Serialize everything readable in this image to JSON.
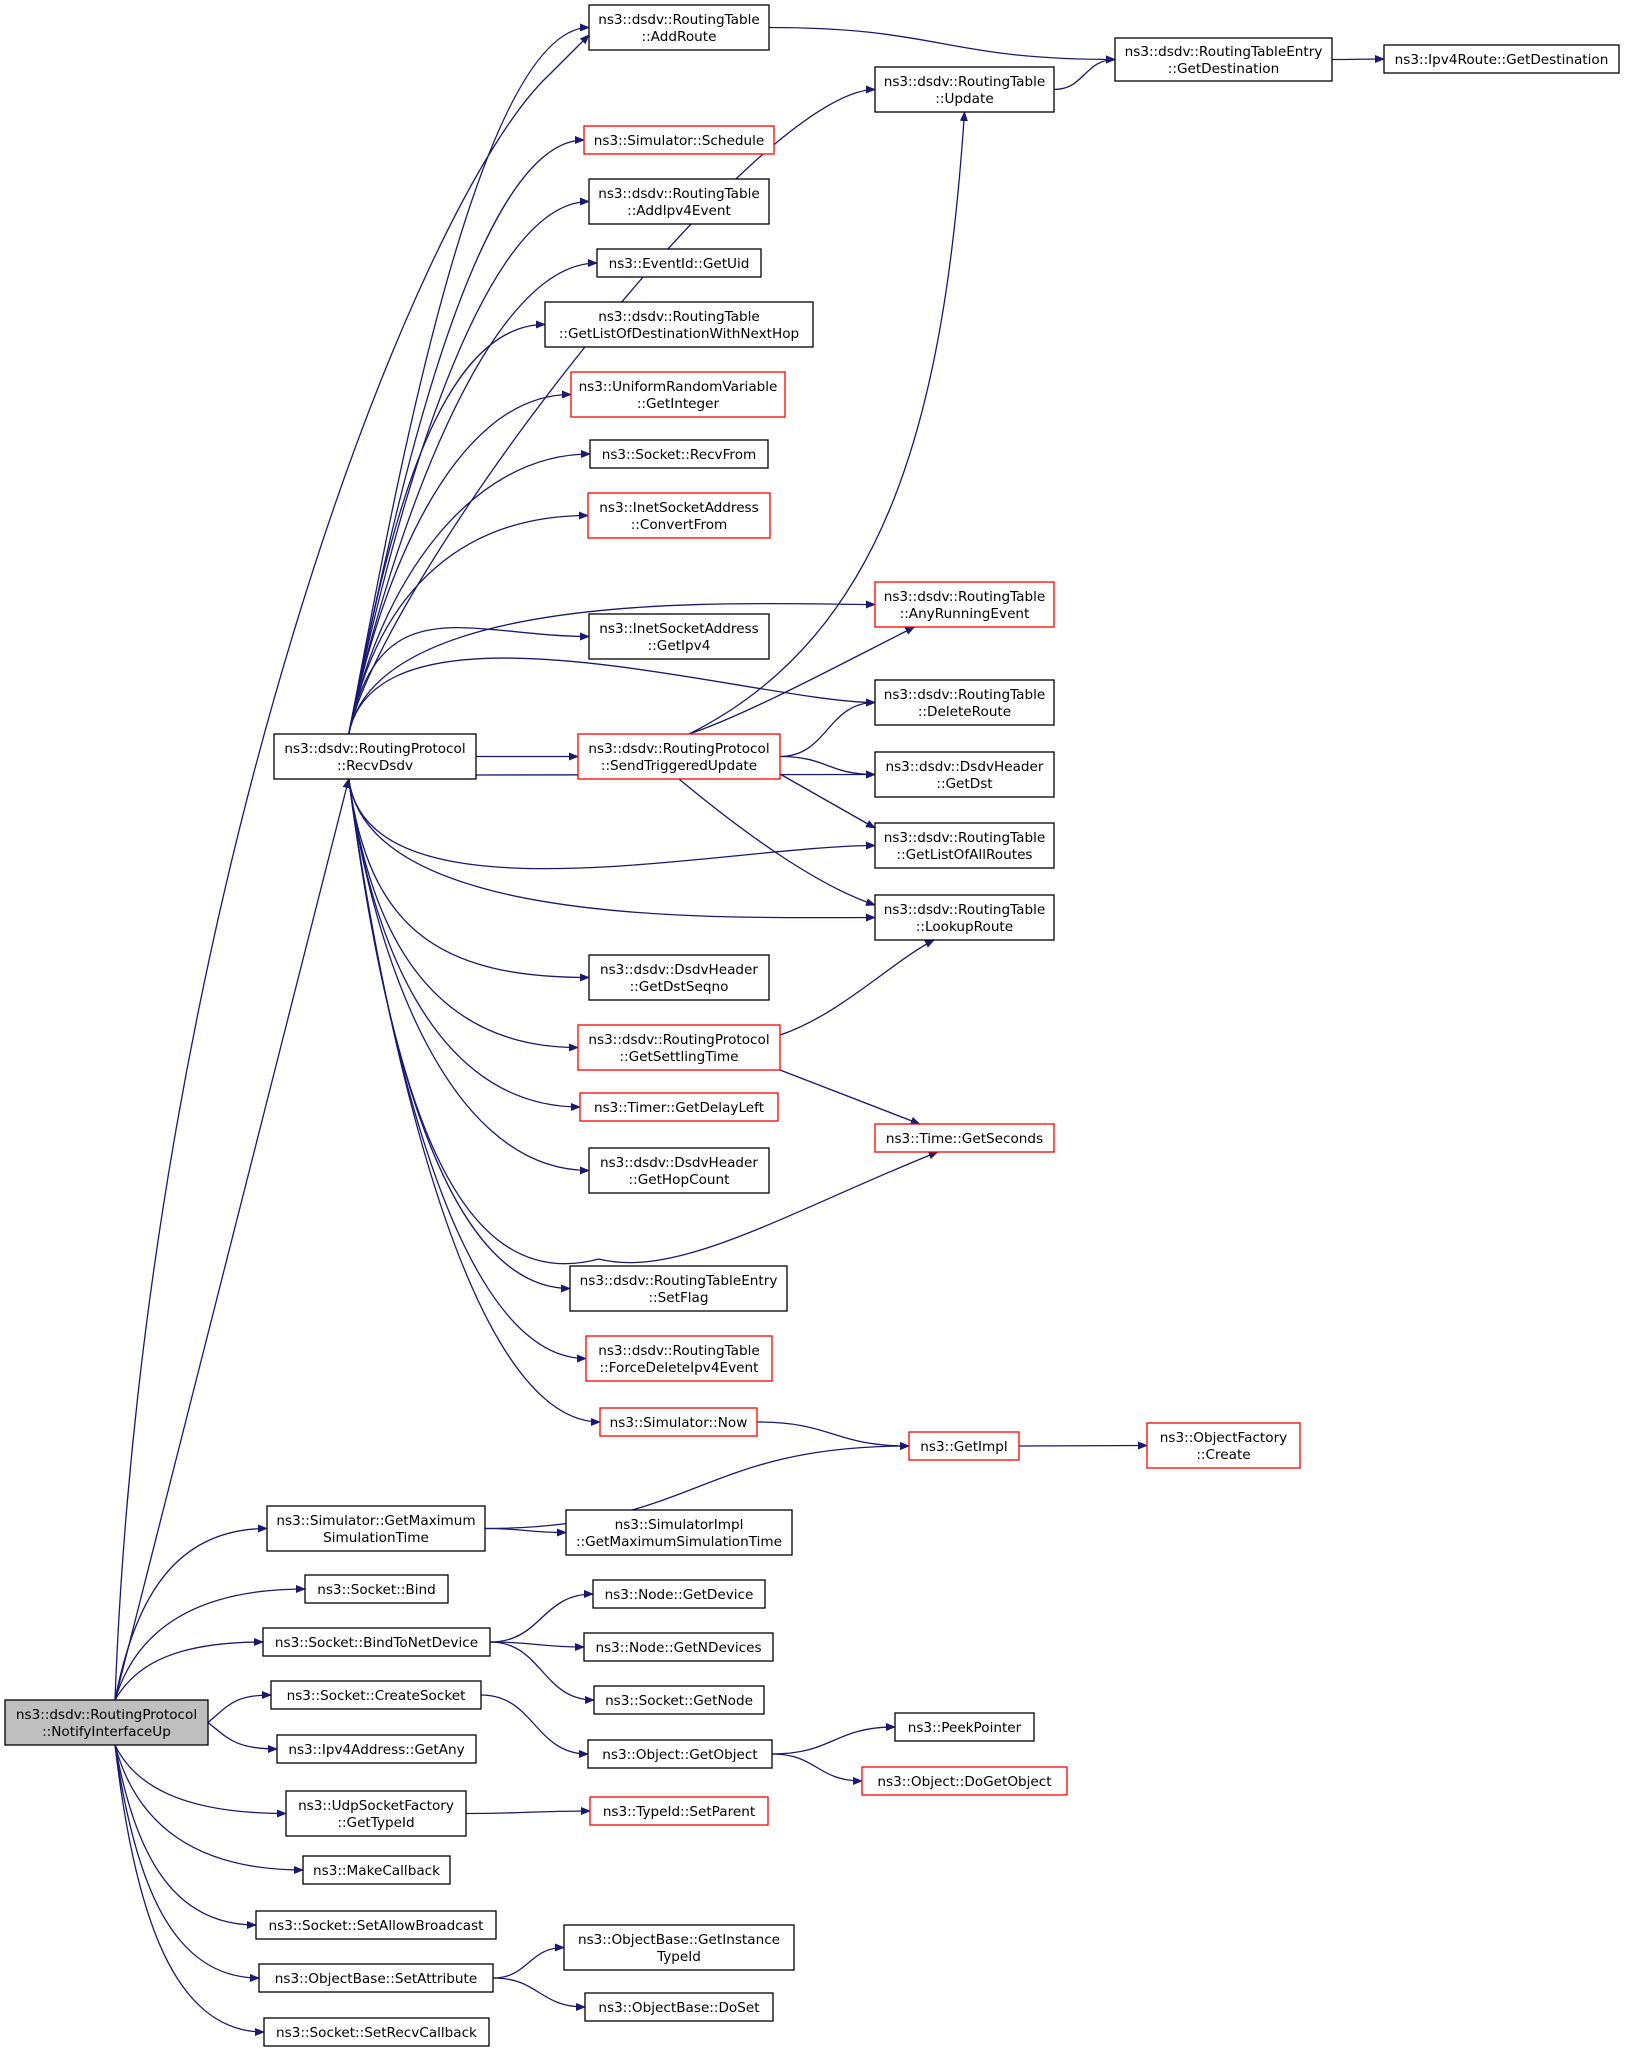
{
  "colors": {
    "edge": "#191970",
    "box_border": "#000000",
    "red_border": "#ff0000",
    "root_fill": "#bfbfbf",
    "box_fill": "#ffffff"
  },
  "nodes": {
    "root": {
      "lines": [
        "ns3::dsdv::RoutingProtocol",
        "::NotifyInterfaceUp"
      ],
      "style": "root"
    },
    "recvdsdv": {
      "lines": [
        "ns3::dsdv::RoutingProtocol",
        "::RecvDsdv"
      ],
      "style": "normal"
    },
    "addroute": {
      "lines": [
        "ns3::dsdv::RoutingTable",
        "::AddRoute"
      ],
      "style": "normal"
    },
    "getdest_entry": {
      "lines": [
        "ns3::dsdv::RoutingTableEntry",
        "::GetDestination"
      ],
      "style": "normal"
    },
    "ipv4route_getdest": {
      "lines": [
        "ns3::Ipv4Route::GetDestination"
      ],
      "style": "normal"
    },
    "update": {
      "lines": [
        "ns3::dsdv::RoutingTable",
        "::Update"
      ],
      "style": "normal"
    },
    "schedule": {
      "lines": [
        "ns3::Simulator::Schedule"
      ],
      "style": "red"
    },
    "addipv4event": {
      "lines": [
        "ns3::dsdv::RoutingTable",
        "::AddIpv4Event"
      ],
      "style": "normal"
    },
    "eventid_getuid": {
      "lines": [
        "ns3::EventId::GetUid"
      ],
      "style": "normal"
    },
    "getlistofdest": {
      "lines": [
        "ns3::dsdv::RoutingTable",
        "::GetListOfDestinationWithNextHop"
      ],
      "style": "normal"
    },
    "uniform_getinteger": {
      "lines": [
        "ns3::UniformRandomVariable",
        "::GetInteger"
      ],
      "style": "red"
    },
    "socket_recvfrom": {
      "lines": [
        "ns3::Socket::RecvFrom"
      ],
      "style": "normal"
    },
    "inet_convertfrom": {
      "lines": [
        "ns3::InetSocketAddress",
        "::ConvertFrom"
      ],
      "style": "red"
    },
    "anyrunningevent": {
      "lines": [
        "ns3::dsdv::RoutingTable",
        "::AnyRunningEvent"
      ],
      "style": "red"
    },
    "inet_getipv4": {
      "lines": [
        "ns3::InetSocketAddress",
        "::GetIpv4"
      ],
      "style": "normal"
    },
    "deleteroute": {
      "lines": [
        "ns3::dsdv::RoutingTable",
        "::DeleteRoute"
      ],
      "style": "normal"
    },
    "sendtriggered": {
      "lines": [
        "ns3::dsdv::RoutingProtocol",
        "::SendTriggeredUpdate"
      ],
      "style": "red"
    },
    "getdst": {
      "lines": [
        "ns3::dsdv::DsdvHeader",
        "::GetDst"
      ],
      "style": "normal"
    },
    "getlistofallroutes": {
      "lines": [
        "ns3::dsdv::RoutingTable",
        "::GetListOfAllRoutes"
      ],
      "style": "normal"
    },
    "lookuproute": {
      "lines": [
        "ns3::dsdv::RoutingTable",
        "::LookupRoute"
      ],
      "style": "normal"
    },
    "getdstseqno": {
      "lines": [
        "ns3::dsdv::DsdvHeader",
        "::GetDstSeqno"
      ],
      "style": "normal"
    },
    "getsettlingtime": {
      "lines": [
        "ns3::dsdv::RoutingProtocol",
        "::GetSettlingTime"
      ],
      "style": "red"
    },
    "timer_getdelayleft": {
      "lines": [
        "ns3::Timer::GetDelayLeft"
      ],
      "style": "red"
    },
    "time_getseconds": {
      "lines": [
        "ns3::Time::GetSeconds"
      ],
      "style": "red"
    },
    "gethopcount": {
      "lines": [
        "ns3::dsdv::DsdvHeader",
        "::GetHopCount"
      ],
      "style": "normal"
    },
    "setflag": {
      "lines": [
        "ns3::dsdv::RoutingTableEntry",
        "::SetFlag"
      ],
      "style": "normal"
    },
    "forcedelete": {
      "lines": [
        "ns3::dsdv::RoutingTable",
        "::ForceDeleteIpv4Event"
      ],
      "style": "red"
    },
    "simulator_now": {
      "lines": [
        "ns3::Simulator::Now"
      ],
      "style": "red"
    },
    "getimpl": {
      "lines": [
        "ns3::GetImpl"
      ],
      "style": "red"
    },
    "objectfactory_create": {
      "lines": [
        "ns3::ObjectFactory",
        "::Create"
      ],
      "style": "red"
    },
    "getmaxsimtime": {
      "lines": [
        "ns3::Simulator::GetMaximum",
        "SimulationTime"
      ],
      "style": "normal"
    },
    "simimpl_getmax": {
      "lines": [
        "ns3::SimulatorImpl",
        "::GetMaximumSimulationTime"
      ],
      "style": "normal"
    },
    "socket_bind": {
      "lines": [
        "ns3::Socket::Bind"
      ],
      "style": "normal"
    },
    "socket_bindtonetdevice": {
      "lines": [
        "ns3::Socket::BindToNetDevice"
      ],
      "style": "normal"
    },
    "node_getdevice": {
      "lines": [
        "ns3::Node::GetDevice"
      ],
      "style": "normal"
    },
    "node_getndevices": {
      "lines": [
        "ns3::Node::GetNDevices"
      ],
      "style": "normal"
    },
    "socket_getnode": {
      "lines": [
        "ns3::Socket::GetNode"
      ],
      "style": "normal"
    },
    "socket_createsocket": {
      "lines": [
        "ns3::Socket::CreateSocket"
      ],
      "style": "normal"
    },
    "object_getobject": {
      "lines": [
        "ns3::Object::GetObject"
      ],
      "style": "normal"
    },
    "peekpointer": {
      "lines": [
        "ns3::PeekPointer"
      ],
      "style": "normal"
    },
    "object_dogetobject": {
      "lines": [
        "ns3::Object::DoGetObject"
      ],
      "style": "red"
    },
    "ipv4address_getany": {
      "lines": [
        "ns3::Ipv4Address::GetAny"
      ],
      "style": "normal"
    },
    "udpsocketfactory": {
      "lines": [
        "ns3::UdpSocketFactory",
        "::GetTypeId"
      ],
      "style": "normal"
    },
    "typeid_setparent": {
      "lines": [
        "ns3::TypeId::SetParent"
      ],
      "style": "red"
    },
    "makecallback": {
      "lines": [
        "ns3::MakeCallback"
      ],
      "style": "normal"
    },
    "setallowbroadcast": {
      "lines": [
        "ns3::Socket::SetAllowBroadcast"
      ],
      "style": "normal"
    },
    "objectbase_setattribute": {
      "lines": [
        "ns3::ObjectBase::SetAttribute"
      ],
      "style": "normal"
    },
    "objectbase_getinstancetypeid": {
      "lines": [
        "ns3::ObjectBase::GetInstance",
        "TypeId"
      ],
      "style": "normal"
    },
    "objectbase_doset": {
      "lines": [
        "ns3::ObjectBase::DoSet"
      ],
      "style": "normal"
    },
    "setrecvcallback": {
      "lines": [
        "ns3::Socket::SetRecvCallback"
      ],
      "style": "normal"
    }
  },
  "edges": [
    [
      "root",
      "recvdsdv"
    ],
    [
      "root",
      "addroute"
    ],
    [
      "root",
      "getmaxsimtime"
    ],
    [
      "root",
      "socket_bind"
    ],
    [
      "root",
      "socket_bindtonetdevice"
    ],
    [
      "root",
      "socket_createsocket"
    ],
    [
      "root",
      "ipv4address_getany"
    ],
    [
      "root",
      "udpsocketfactory"
    ],
    [
      "root",
      "makecallback"
    ],
    [
      "root",
      "setallowbroadcast"
    ],
    [
      "root",
      "objectbase_setattribute"
    ],
    [
      "root",
      "setrecvcallback"
    ],
    [
      "recvdsdv",
      "addroute"
    ],
    [
      "recvdsdv",
      "update"
    ],
    [
      "recvdsdv",
      "schedule"
    ],
    [
      "recvdsdv",
      "addipv4event"
    ],
    [
      "recvdsdv",
      "eventid_getuid"
    ],
    [
      "recvdsdv",
      "getlistofdest"
    ],
    [
      "recvdsdv",
      "uniform_getinteger"
    ],
    [
      "recvdsdv",
      "socket_recvfrom"
    ],
    [
      "recvdsdv",
      "inet_convertfrom"
    ],
    [
      "recvdsdv",
      "anyrunningevent"
    ],
    [
      "recvdsdv",
      "inet_getipv4"
    ],
    [
      "recvdsdv",
      "deleteroute"
    ],
    [
      "recvdsdv",
      "sendtriggered"
    ],
    [
      "recvdsdv",
      "getdst"
    ],
    [
      "recvdsdv",
      "getlistofallroutes"
    ],
    [
      "recvdsdv",
      "lookuproute"
    ],
    [
      "recvdsdv",
      "getdstseqno"
    ],
    [
      "recvdsdv",
      "getsettlingtime"
    ],
    [
      "recvdsdv",
      "timer_getdelayleft"
    ],
    [
      "recvdsdv",
      "gethopcount"
    ],
    [
      "recvdsdv",
      "time_getseconds"
    ],
    [
      "recvdsdv",
      "setflag"
    ],
    [
      "recvdsdv",
      "forcedelete"
    ],
    [
      "recvdsdv",
      "simulator_now"
    ],
    [
      "addroute",
      "getdest_entry"
    ],
    [
      "update",
      "getdest_entry"
    ],
    [
      "getdest_entry",
      "ipv4route_getdest"
    ],
    [
      "sendtriggered",
      "update"
    ],
    [
      "sendtriggered",
      "anyrunningevent"
    ],
    [
      "sendtriggered",
      "deleteroute"
    ],
    [
      "sendtriggered",
      "getdst"
    ],
    [
      "sendtriggered",
      "getlistofallroutes"
    ],
    [
      "sendtriggered",
      "lookuproute"
    ],
    [
      "getsettlingtime",
      "lookuproute"
    ],
    [
      "getsettlingtime",
      "time_getseconds"
    ],
    [
      "simulator_now",
      "getimpl"
    ],
    [
      "getimpl",
      "objectfactory_create"
    ],
    [
      "getmaxsimtime",
      "getimpl"
    ],
    [
      "getmaxsimtime",
      "simimpl_getmax"
    ],
    [
      "socket_bindtonetdevice",
      "node_getdevice"
    ],
    [
      "socket_bindtonetdevice",
      "node_getndevices"
    ],
    [
      "socket_bindtonetdevice",
      "socket_getnode"
    ],
    [
      "socket_createsocket",
      "object_getobject"
    ],
    [
      "object_getobject",
      "peekpointer"
    ],
    [
      "object_getobject",
      "object_dogetobject"
    ],
    [
      "udpsocketfactory",
      "typeid_setparent"
    ],
    [
      "objectbase_setattribute",
      "objectbase_getinstancetypeid"
    ],
    [
      "objectbase_setattribute",
      "objectbase_doset"
    ]
  ]
}
